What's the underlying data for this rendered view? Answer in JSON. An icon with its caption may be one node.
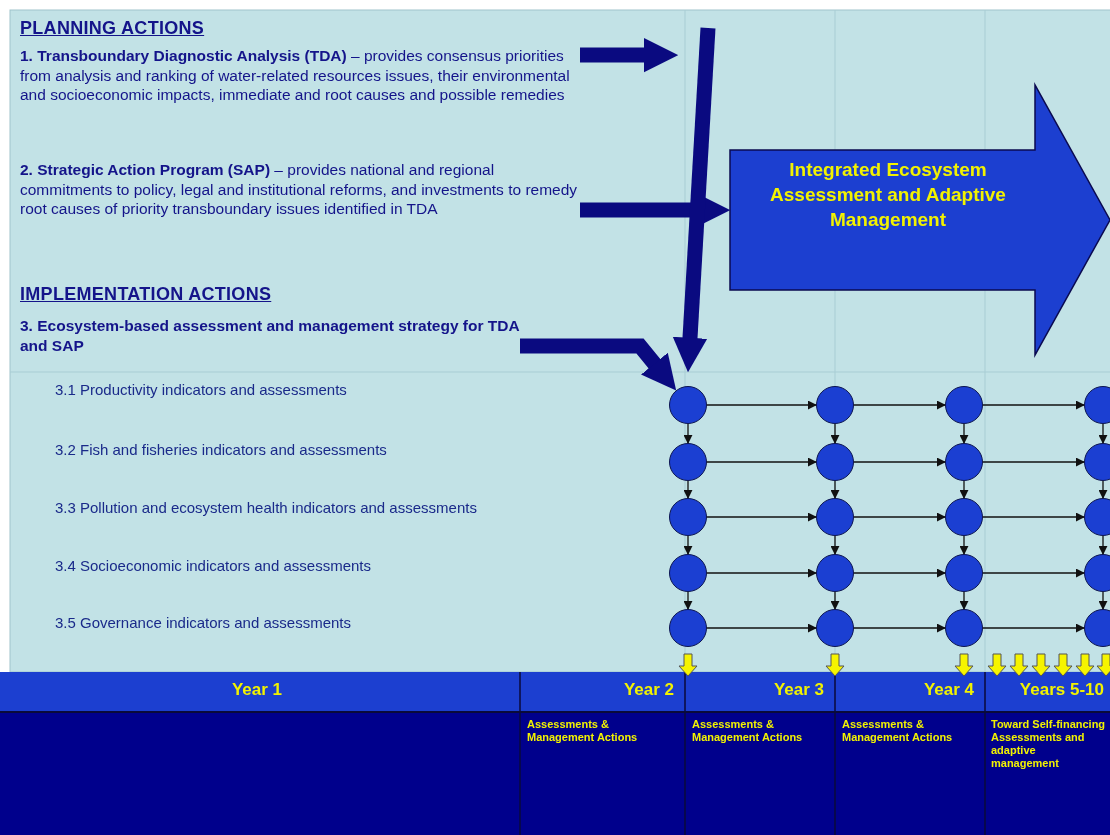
{
  "diagram": {
    "nodes": [
      {
        "text": [
          "**1. Transboundary Diagnostic Analysis (TDA)** – provides consensus priorities from analysis and ranking of water-related resources issues, their environmental and socioeconomic impacts, immediate and root causes and possible remedies"
        ]
      },
      {
        "text": [
          "**2. Strategic Action Program (SAP)** – provides national and regional commitments to policy, legal and institutional reforms, and investments to remedy root causes of priority transboundary issues identified in TDA"
        ]
      },
      {
        "text": [
          "3. Ecosystem-based assessment and management strategy for TDA and SAP"
        ]
      },
      {
        "text": [
          "Integrated Ecosystem Assessment and Adaptive Management"
        ]
      },
      {
        "text": [],
        "shape": "circle"
      },
      {
        "text": [],
        "shape": "circle"
      },
      {
        "text": [],
        "shape": "circle"
      },
      {
        "text": [],
        "shape": "circle"
      },
      {
        "text": [],
        "shape": "circle"
      },
      {
        "text": [],
        "shape": "circle"
      },
      {
        "text": [],
        "shape": "circle"
      },
      {
        "text": [],
        "shape": "circle"
      },
      {
        "text": [],
        "shape": "circle"
      },
      {
        "text": [],
        "shape": "circle"
      },
      {
        "text": [],
        "shape": "circle"
      },
      {
        "text": [],
        "shape": "circle"
      },
      {
        "text": [],
        "shape": "circle"
      },
      {
        "text": [],
        "shape": "circle"
      },
      {
        "text": [],
        "shape": "circle"
      },
      {
        "text": [],
        "shape": "circle"
      },
      {
        "text": [],
        "shape": "circle"
      },
      {
        "text": [],
        "shape": "circle"
      },
      {
        "text": [],
        "shape": "circle"
      },
      {
        "text": [],
        "shape": "circle"
      }
    ],
    "edges": [
      {
        "from": 0,
        "to": null,
        "arrow": "to",
        "style": "thick",
        "color": "#0a0a80"
      },
      {
        "from": 1,
        "to": 3,
        "arrow": "to",
        "style": "thick",
        "color": "#0a0a80"
      },
      {
        "from": 2,
        "to": 4,
        "arrow": "to",
        "style": "thick",
        "color": "#0a0a80"
      },
      {
        "from": null,
        "to": 4,
        "arrow": "to",
        "style": "thick",
        "color": "#0a0a80"
      },
      {
        "from": 4,
        "to": 5,
        "arrow": "to"
      },
      {
        "from": 5,
        "to": 6,
        "arrow": "to"
      },
      {
        "from": 6,
        "to": 7,
        "arrow": "to"
      },
      {
        "from": 8,
        "to": 9,
        "arrow": "to"
      },
      {
        "from": 9,
        "to": 10,
        "arrow": "to"
      },
      {
        "from": 10,
        "to": 11,
        "arrow": "to"
      },
      {
        "from": 12,
        "to": 13,
        "arrow": "to"
      },
      {
        "from": 13,
        "to": 14,
        "arrow": "to"
      },
      {
        "from": 14,
        "to": 15,
        "arrow": "to"
      },
      {
        "from": 16,
        "to": 17,
        "arrow": "to"
      },
      {
        "from": 17,
        "to": 18,
        "arrow": "to"
      },
      {
        "from": 18,
        "to": 19,
        "arrow": "to"
      },
      {
        "from": 20,
        "to": 21,
        "arrow": "to"
      },
      {
        "from": 21,
        "to": 22,
        "arrow": "to"
      },
      {
        "from": 22,
        "to": 23,
        "arrow": "to"
      },
      {
        "from": 4,
        "to": 8,
        "arrow": "to"
      },
      {
        "from": 8,
        "to": 12,
        "arrow": "to"
      },
      {
        "from": 12,
        "to": 16,
        "arrow": "to"
      },
      {
        "from": 16,
        "to": 20,
        "arrow": "to"
      },
      {
        "from": 5,
        "to": 9,
        "arrow": "to"
      },
      {
        "from": 9,
        "to": 13,
        "arrow": "to"
      },
      {
        "from": 13,
        "to": 17,
        "arrow": "to"
      },
      {
        "from": 17,
        "to": 21,
        "arrow": "to"
      },
      {
        "from": 6,
        "to": 10,
        "arrow": "to"
      },
      {
        "from": 10,
        "to": 14,
        "arrow": "to"
      },
      {
        "from": 14,
        "to": 18,
        "arrow": "to"
      },
      {
        "from": 18,
        "to": 22,
        "arrow": "to"
      },
      {
        "from": 7,
        "to": 11,
        "arrow": "to"
      },
      {
        "from": 11,
        "to": 15,
        "arrow": "to"
      },
      {
        "from": 15,
        "to": 19,
        "arrow": "to"
      },
      {
        "from": 19,
        "to": 23,
        "arrow": "to"
      }
    ],
    "labels": [
      "PLANNING ACTIONS",
      "IMPLEMENTATION ACTIONS",
      "3.1 Productivity indicators and assessments",
      "3.2 Fish and fisheries indicators and assessments",
      "3.3 Pollution and ecosystem health indicators and assessments",
      "3.4 Socioeconomic indicators and assessments",
      "3.5 Governance indicators and assessments",
      "Year 1",
      "Year 2",
      "Year 3",
      "Year 4",
      "Years 5-10",
      "Assessments & Management Actions",
      "Assessments & Management Actions",
      "Assessments & Management Actions",
      "Toward Self-financing Assessments and adaptive management"
    ]
  }
}
